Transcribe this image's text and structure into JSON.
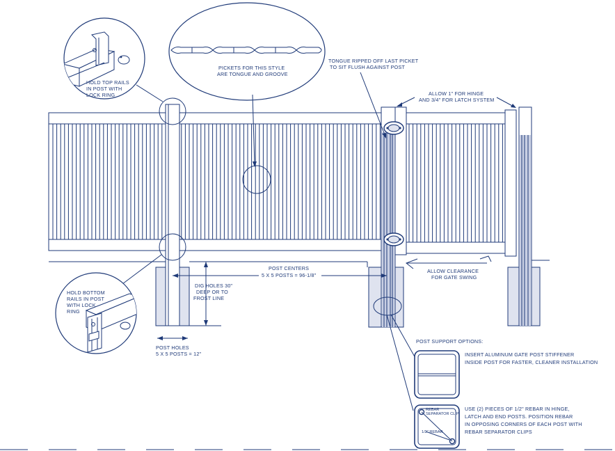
{
  "labels": {
    "hold_top": [
      "HOLD TOP RAILS",
      "IN POST WITH",
      "LOCK RING"
    ],
    "pickets_style": [
      "PICKETS FOR THIS STYLE",
      "ARE TONGUE AND GROOVE"
    ],
    "tongue_ripped": [
      "TONGUE RIPPED OFF LAST PICKET",
      "TO SIT FLUSH AGAINST POST"
    ],
    "allow_hinge": [
      "ALLOW 1\" FOR HINGE",
      "AND 3/4\" FOR LATCH SYSTEM"
    ],
    "post_centers": [
      "POST CENTERS",
      "5 X 5 POSTS = 96-1/8\""
    ],
    "allow_clearance": [
      "ALLOW  CLEARANCE",
      "FOR GATE SWING"
    ],
    "dig_holes": [
      "DIG HOLES 30\"",
      "DEEP OR TO",
      "FROST LINE"
    ],
    "hold_bottom": [
      "HOLD BOTTOM",
      "RAILS IN POST",
      "WITH LOCK",
      "RING"
    ],
    "post_holes": [
      "POST HOLES",
      "5 X 5 POSTS = 12\""
    ],
    "post_support_title": "POST SUPPORT OPTIONS:",
    "option1": [
      "INSERT ALUMINUM GATE POST STIFFENER",
      "INSIDE POST FOR FASTER, CLEANER INSTALLATION"
    ],
    "option2": [
      "USE (2) PIECES OF 1/2\" REBAR IN HINGE,",
      "LATCH AND END POSTS. POSITION REBAR",
      "IN OPPOSING CORNERS OF EACH POST WITH",
      "REBAR SEPARATOR CLIPS"
    ],
    "rebar_clip_label": [
      "REBAR",
      "SEPARATOR CLIP"
    ],
    "rebar_label": "1/2\" REBAR"
  },
  "colors": {
    "line": "#1f3a78",
    "tint": "#dfe3ef",
    "background": "#ffffff"
  }
}
